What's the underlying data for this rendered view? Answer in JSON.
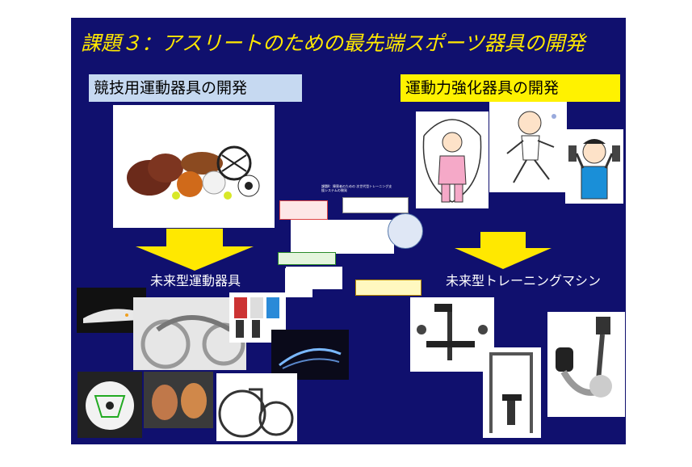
{
  "slide": {
    "title": "課題３：アスリートのための最先端スポーツ器具の開発",
    "left_heading": "競技用運動器具の開発",
    "right_heading": "運動力強化器具の開発",
    "left_subtitle": "未来型運動器具",
    "right_subtitle": "未来型トレーニングマシン",
    "center_diagram": {
      "title": "課題Ⅱ：障害者のための 次世代型トレーニング支援システムの開発"
    }
  },
  "colors": {
    "background": "#10106e",
    "title": "#ffe800",
    "left_heading_bg": "#c6d9f1",
    "right_heading_bg": "#fff200",
    "arrow": "#ffe800"
  },
  "icons": {
    "sports_equipment": "sports-equipment-photo",
    "jump_rope": "jump-rope-illustration",
    "running": "running-illustration",
    "dumbbell": "dumbbell-illustration"
  }
}
